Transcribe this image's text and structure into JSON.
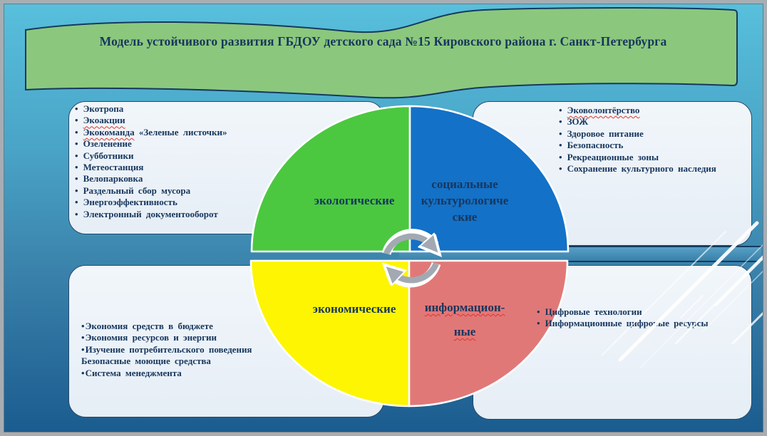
{
  "slide": {
    "title": "Модель устойчивого развития ГБДОУ детского сада №15 Кировского района г. Санкт-Петербурга"
  },
  "colors": {
    "background_top": "#58c0dd",
    "background_bottom": "#1a5b8e",
    "banner_green": "#8bc87d",
    "quadrant_green": "#4bc840",
    "quadrant_blue": "#1371c7",
    "quadrant_yellow": "#fdf502",
    "quadrant_salmon": "#e17878",
    "band_blue": "#4a92ba",
    "text_navy": "#17365d"
  },
  "icons": {
    "center": "rotation-arrows-icon"
  },
  "quadrants": {
    "ecological": {
      "label_lines": [
        {
          "t": "экологические",
          "w": false
        }
      ]
    },
    "social": {
      "label_lines": [
        {
          "t": "социальные",
          "w": false
        },
        {
          "t": "культурологиче",
          "w": false
        },
        {
          "t": "ские",
          "w": false
        }
      ]
    },
    "economic": {
      "label_lines": [
        {
          "t": "экономические",
          "w": false
        }
      ]
    },
    "informational": {
      "label_lines": [
        {
          "t": "информацион-",
          "w": true
        },
        {
          "t": "ные",
          "w": true
        }
      ]
    }
  },
  "lists": {
    "ecological": {
      "items": [
        {
          "segs": [
            {
              "t": "Экотропа",
              "w": false
            }
          ]
        },
        {
          "segs": [
            {
              "t": "Экоакции",
              "w": true
            }
          ]
        },
        {
          "segs": [
            {
              "t": "Экокоманда",
              "w": true
            },
            {
              "t": " «Зеленые листочки»",
              "w": false
            }
          ]
        },
        {
          "segs": [
            {
              "t": "Озеленение",
              "w": false
            }
          ]
        },
        {
          "segs": [
            {
              "t": "Субботники",
              "w": false
            }
          ]
        },
        {
          "segs": [
            {
              "t": "Метеостанция",
              "w": false
            }
          ]
        },
        {
          "segs": [
            {
              "t": "Велопарковка",
              "w": false
            }
          ]
        },
        {
          "segs": [
            {
              "t": "Раздельный сбор мусора",
              "w": false
            }
          ]
        },
        {
          "segs": [
            {
              "t": "Энергоэффективность",
              "w": false
            }
          ]
        },
        {
          "segs": [
            {
              "t": "Электронный документооборот",
              "w": false
            }
          ]
        }
      ]
    },
    "social": {
      "items": [
        {
          "segs": [
            {
              "t": "Эковолонтёрство",
              "w": true
            }
          ]
        },
        {
          "segs": [
            {
              "t": "ЗОЖ",
              "w": false
            }
          ]
        },
        {
          "segs": [
            {
              "t": "Здоровое питание",
              "w": false
            }
          ]
        },
        {
          "segs": [
            {
              "t": "Безопасность",
              "w": false
            }
          ]
        },
        {
          "segs": [
            {
              "t": "Рекреационные зоны",
              "w": false
            }
          ]
        },
        {
          "segs": [
            {
              "t": "Сохранение культурного наследия",
              "w": false
            }
          ]
        }
      ]
    },
    "economic": {
      "items": [
        {
          "segs": [
            {
              "t": "Экономия средств в бюджете",
              "w": false
            }
          ]
        },
        {
          "segs": [
            {
              "t": "Экономия ресурсов и энергии",
              "w": false
            }
          ]
        },
        {
          "segs": [
            {
              "t": "Изучение потребительского поведения",
              "w": false
            }
          ]
        },
        {
          "bullet": false,
          "segs": [
            {
              "t": "Безопасные моющие средства",
              "w": false
            }
          ]
        },
        {
          "segs": [
            {
              "t": "Система менеджмента",
              "w": false
            }
          ]
        }
      ]
    },
    "informational": {
      "items": [
        {
          "segs": [
            {
              "t": "Цифровые технологии",
              "w": false
            }
          ]
        },
        {
          "segs": [
            {
              "t": "Информационные цифровые ресурсы",
              "w": false
            }
          ]
        }
      ]
    }
  }
}
